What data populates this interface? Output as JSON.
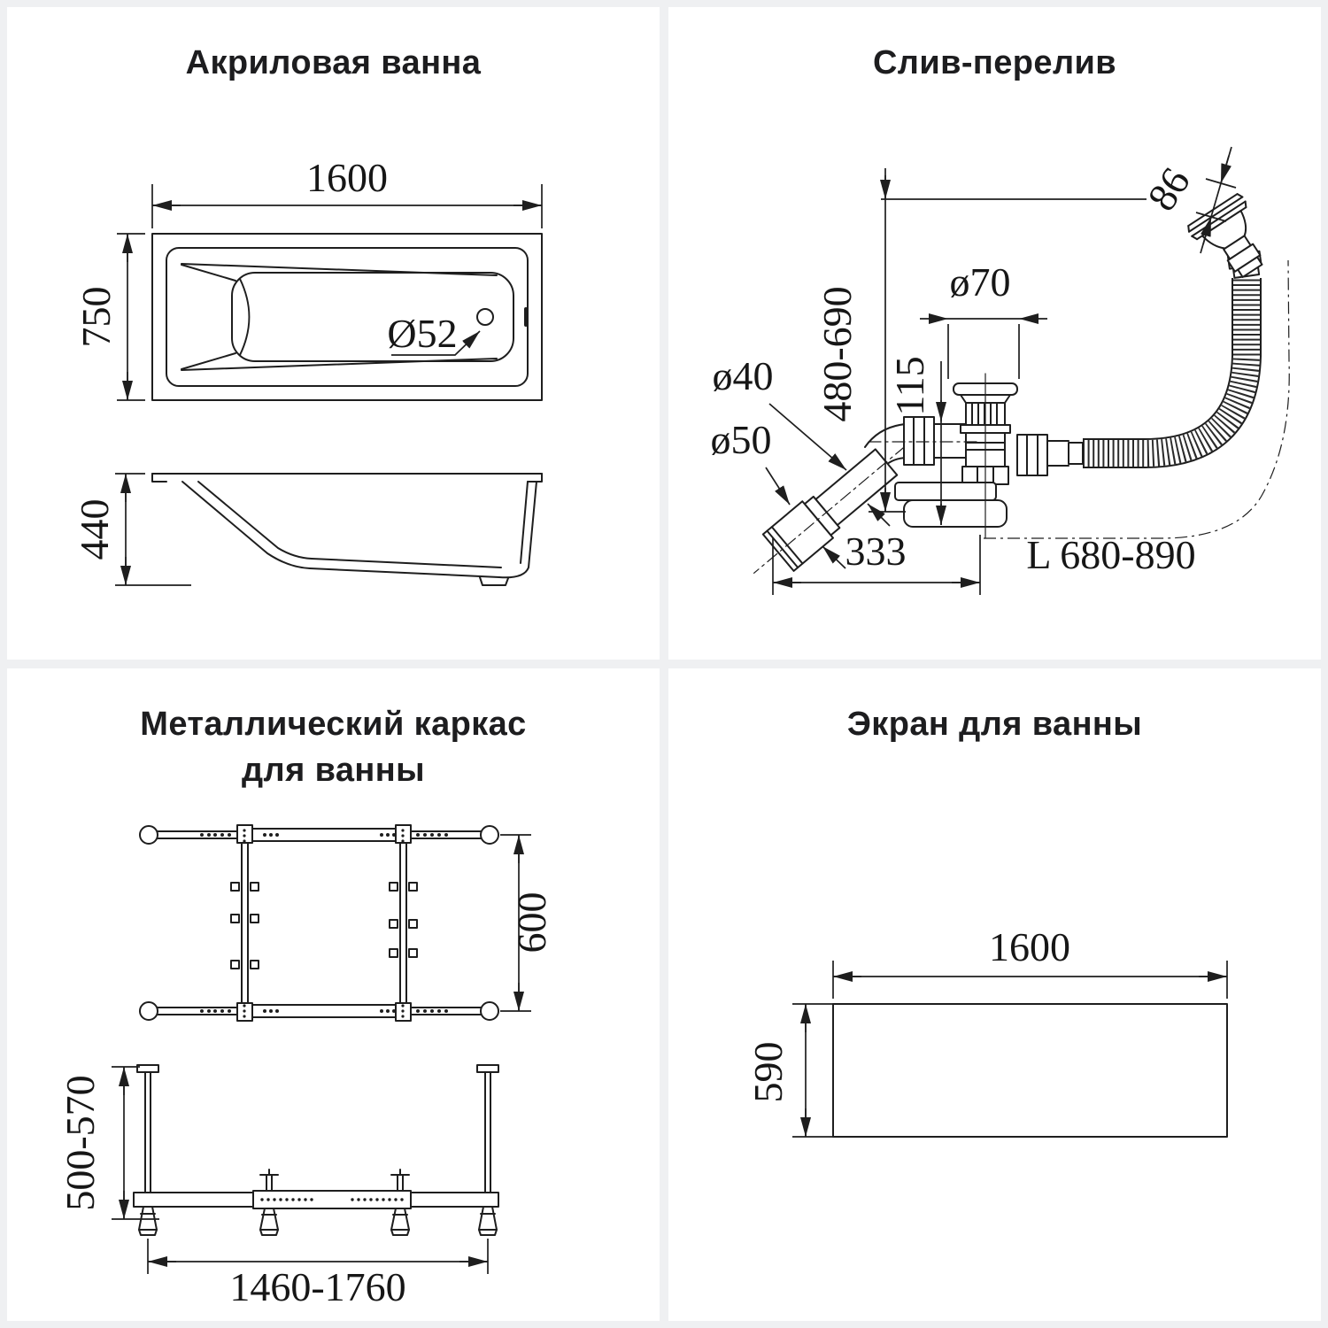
{
  "colors": {
    "background": "#eff0f2",
    "panel": "#ffffff",
    "line": "#1e1e1e",
    "text": "#161616"
  },
  "panels": {
    "bathtub": {
      "title": "Акриловая ванна",
      "length": "1600",
      "width": "750",
      "drain_diameter": "Ø52",
      "height": "440"
    },
    "drain_overflow": {
      "title": "Слив-перелив",
      "mount_height_range": "480-690",
      "cap_diameter": "ø70",
      "flange_offset": "115",
      "pipe_diameter": "ø40",
      "outlet_diameter": "ø50",
      "overflow_head": "86",
      "horizontal_length": "333",
      "hose_length": "L 680-890"
    },
    "frame": {
      "title_line1": "Металлический каркас",
      "title_line2": "для ванны",
      "width": "600",
      "height_range": "500-570",
      "length_range": "1460-1760"
    },
    "screen": {
      "title": "Экран для ванны",
      "length": "1600",
      "height": "590"
    }
  }
}
